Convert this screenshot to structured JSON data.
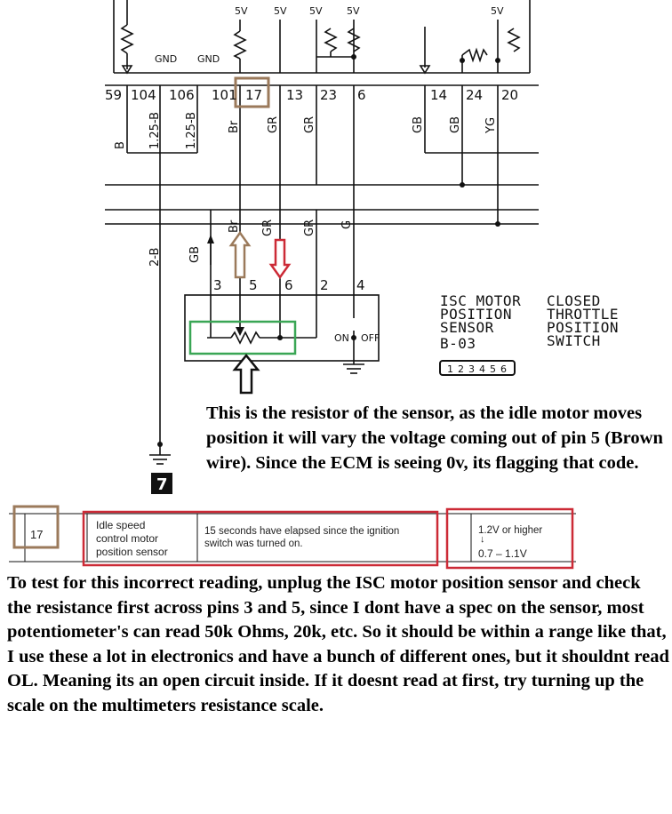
{
  "colors": {
    "callout_tan": "#9b7a5b",
    "callout_red": "#cc2a36",
    "callout_green": "#3aa655",
    "line": "#111111"
  },
  "diagram": {
    "top_voltages": [
      "5V",
      "5V",
      "5V",
      "5V",
      "5V"
    ],
    "ground_labels": [
      "GND",
      "GND"
    ],
    "connector_pins": [
      "59",
      "104",
      "106",
      "101",
      "17",
      "13",
      "23",
      "6",
      "14",
      "24",
      "20"
    ],
    "wire_codes_top": [
      "B",
      "1.25-B",
      "1.25-B",
      "Br",
      "GR",
      "GR",
      "GB",
      "GB",
      "YG"
    ],
    "ground_wire_code": "2-B",
    "sensor_wire_codes": [
      "GB",
      "Br",
      "GR",
      "GR",
      "G"
    ],
    "sensor_pins": [
      "3",
      "5",
      "6",
      "2",
      "4"
    ],
    "switch_on": "ON",
    "switch_off": "OFF",
    "isc_label": [
      "ISC MOTOR",
      "POSITION",
      "SENSOR",
      "B-03"
    ],
    "switch_label": [
      "CLOSED",
      "THROTTLE",
      "POSITION",
      "SWITCH"
    ],
    "connector_pin_numbers": [
      "1",
      "2",
      "3",
      "4",
      "5",
      "6"
    ],
    "ground_badge": "7"
  },
  "annotation1": "This is the resistor of the sensor, as the idle motor moves position it will vary the voltage coming out of pin 5 (Brown wire). Since the ECM is seeing 0v, its flagging that code.",
  "code_table": {
    "code": "17",
    "item_lines": [
      "Idle speed",
      "control motor",
      "position sensor"
    ],
    "condition_lines": [
      "15 seconds have elapsed since the ignition",
      "switch was turned on."
    ],
    "value_high": "1.2V or higher",
    "arrow": "↓",
    "value_low": "0.7 – 1.1V"
  },
  "annotation2": "To test for this incorrect reading, unplug the ISC motor position sensor and check the resistance first across pins 3 and 5, since I dont have a spec on the sensor, most potentiometer's can read 50k Ohms, 20k, etc. So it should be within a range like that, I use these a lot in electronics and have a bunch of different ones, but it shouldnt read OL. Meaning its an open circuit inside. If it doesnt read at first, try turning up the scale on the multimeters resistance scale."
}
